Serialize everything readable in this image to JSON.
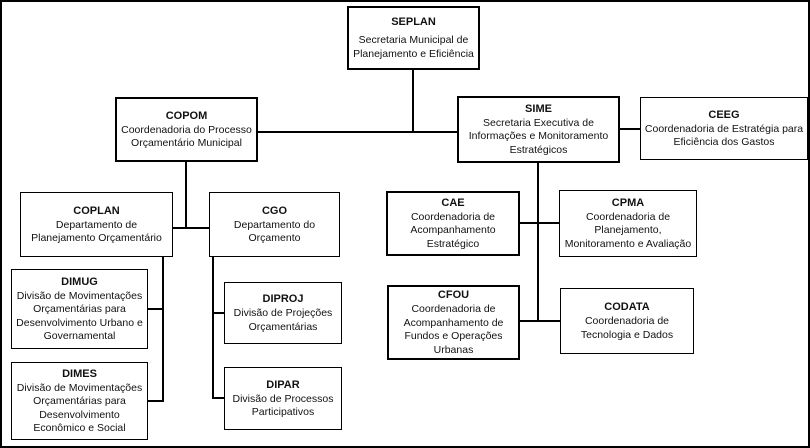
{
  "diagram": {
    "type": "org-chart",
    "nodes": {
      "seplan": {
        "acronym": "SEPLAN",
        "label": "Secretaria Municipal de\nPlanejamento e Eficiência"
      },
      "copom": {
        "acronym": "COPOM",
        "label": "Coordenadoria do Processo\nOrçamentário Municipal"
      },
      "sime": {
        "acronym": "SIME",
        "label": "Secretaria Executiva de\nInformações e Monitoramento\nEstratégicos"
      },
      "ceeg": {
        "acronym": "CEEG",
        "label": "Coordenadoria de Estratégia para\nEficiência dos Gastos"
      },
      "coplan": {
        "acronym": "COPLAN",
        "label": "Departamento de\nPlanejamento Orçamentário"
      },
      "cgo": {
        "acronym": "CGO",
        "label": "Departamento do\nOrçamento"
      },
      "cae": {
        "acronym": "CAE",
        "label": "Coordenadoria de\nAcompanhamento\nEstratégico"
      },
      "cpma": {
        "acronym": "CPMA",
        "label": "Coordenadoria de\nPlanejamento,\nMonitoramento e Avaliação"
      },
      "dimug": {
        "acronym": "DIMUG",
        "label": "Divisão de Movimentações\nOrçamentárias para\nDesenvolvimento Urbano e\nGovernamental"
      },
      "dimes": {
        "acronym": "DIMES",
        "label": "Divisão de Movimentações\nOrçamentárias para\nDesenvolvimento\nEconômico e Social"
      },
      "diproj": {
        "acronym": "DIPROJ",
        "label": "Divisão de Projeções\nOrçamentárias"
      },
      "dipar": {
        "acronym": "DIPAR",
        "label": "Divisão de Processos\nParticipativos"
      },
      "cfou": {
        "acronym": "CFOU",
        "label": "Coordenadoria de\nAcompanhamento de\nFundos e Operações\nUrbanas"
      },
      "codata": {
        "acronym": "CODATA",
        "label": "Coordenadoria de\nTecnologia e Dados"
      }
    },
    "edges": [
      {
        "from": "SEPLAN",
        "to": "COPOM"
      },
      {
        "from": "SEPLAN",
        "to": "SIME"
      },
      {
        "from": "SIME",
        "to": "CEEG"
      },
      {
        "from": "COPOM",
        "to": "COPLAN"
      },
      {
        "from": "COPOM",
        "to": "CGO"
      },
      {
        "from": "COPLAN",
        "to": "DIMUG"
      },
      {
        "from": "COPLAN",
        "to": "DIMES"
      },
      {
        "from": "CGO",
        "to": "DIPROJ"
      },
      {
        "from": "CGO",
        "to": "DIPAR"
      },
      {
        "from": "SIME",
        "to": "CAE"
      },
      {
        "from": "SIME",
        "to": "CPMA"
      },
      {
        "from": "SIME",
        "to": "CFOU"
      },
      {
        "from": "SIME",
        "to": "CODATA"
      }
    ],
    "colors": {
      "box_border": "#000000",
      "box_fill": "#ffffff",
      "text": "#111111",
      "line": "#000000"
    }
  }
}
